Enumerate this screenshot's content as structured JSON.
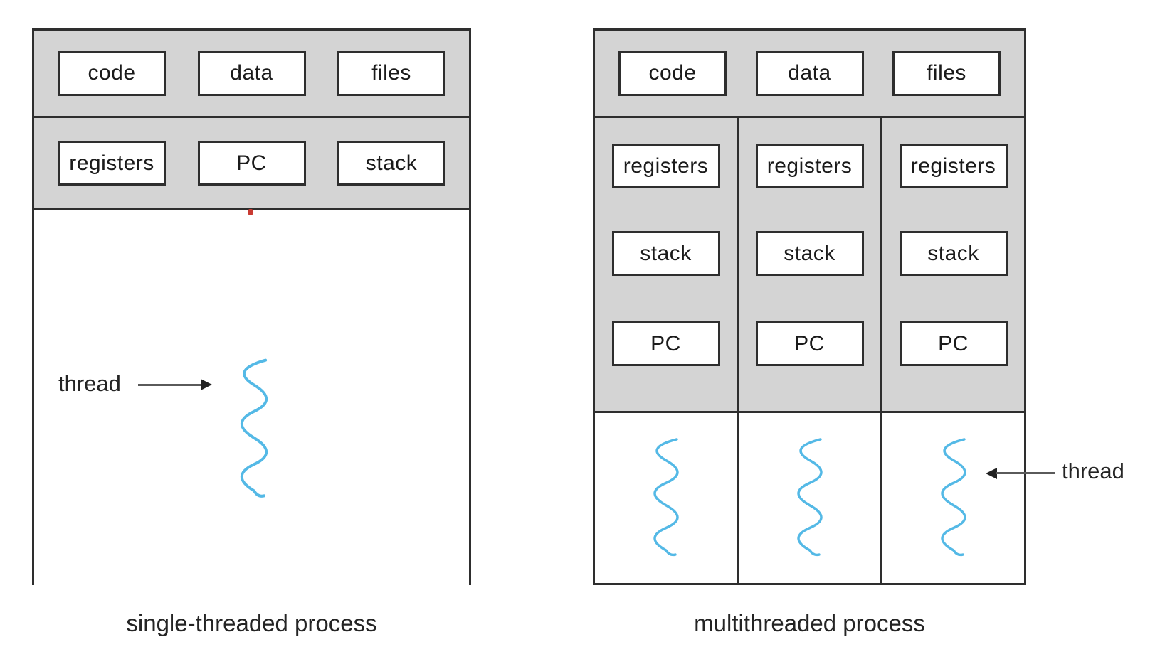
{
  "figure": {
    "left": {
      "caption": "single-threaded process",
      "shared_boxes": [
        "code",
        "data",
        "files"
      ],
      "state_boxes": [
        "registers",
        "PC",
        "stack"
      ],
      "thread_label": "thread"
    },
    "right": {
      "caption": "multithreaded process",
      "shared_boxes": [
        "code",
        "data",
        "files"
      ],
      "thread_columns": [
        [
          "registers",
          "stack",
          "PC"
        ],
        [
          "registers",
          "stack",
          "PC"
        ],
        [
          "registers",
          "stack",
          "PC"
        ]
      ],
      "thread_label": "thread"
    },
    "colors": {
      "section_fill": "#d4d4d4",
      "border": "#2e2e2e",
      "thread_wave_blue": "#54b9e6",
      "text": "#1b1b1b"
    },
    "icons": {
      "thread_wave": "wavy-line",
      "left_pointer": "arrow-right",
      "right_pointer": "arrow-left"
    }
  }
}
